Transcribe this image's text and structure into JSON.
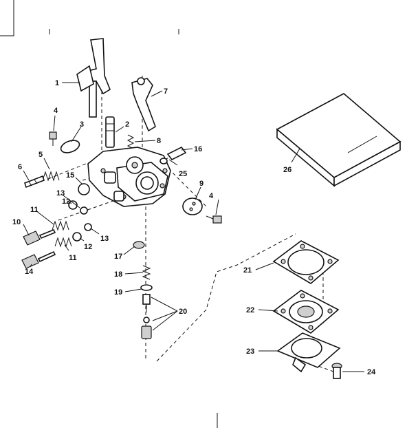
{
  "callouts": {
    "n1": "1",
    "n2": "2",
    "n3": "3",
    "n4a": "4",
    "n4b": "4",
    "n5": "5",
    "n6": "6",
    "n7": "7",
    "n8": "8",
    "n9": "9",
    "n10": "10",
    "n11a": "11",
    "n11b": "11",
    "n12a": "12",
    "n12b": "12",
    "n13a": "13",
    "n13b": "13",
    "n14": "14",
    "n15": "15",
    "n16": "16",
    "n17": "17",
    "n18": "18",
    "n19": "19",
    "n20": "20",
    "n21": "21",
    "n22": "22",
    "n23": "23",
    "n24": "24",
    "n25": "25",
    "n26": "26"
  }
}
